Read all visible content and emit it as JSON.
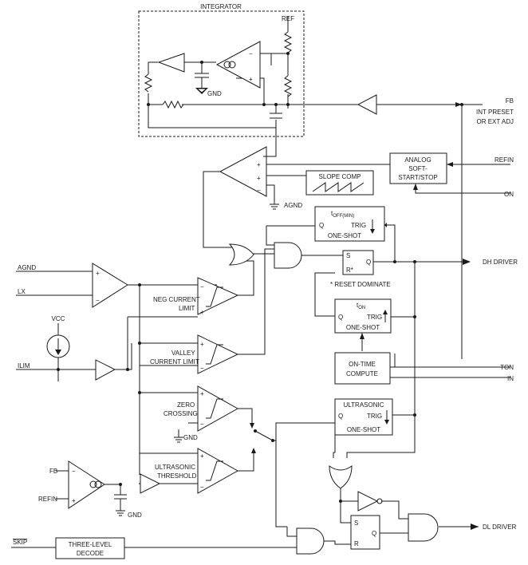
{
  "integrator": {
    "title": "INTEGRATOR",
    "ref": "REF",
    "gnd": "GND"
  },
  "pins": {
    "fb": "FB",
    "int_preset_1": "INT PRESET",
    "int_preset_2": "OR EXT ADJ",
    "refin": "REFIN",
    "on": "ON",
    "agnd": "AGND",
    "lx": "LX",
    "vcc": "VCC",
    "ilim": "ILIM",
    "ton": "TON",
    "in": "IN",
    "fb2": "FB",
    "refin2": "REFIN",
    "skip": "SKIP",
    "dh": "DH DRIVER",
    "dl": "DL DRIVER"
  },
  "blocks": {
    "soft_start_1": "ANALOG",
    "soft_start_2": "SOFT-",
    "soft_start_3": "START/STOP",
    "slope_comp": "SLOPE COMP",
    "agnd_ground": "AGND",
    "toff_t": "t",
    "toff_sub": "OFF(MIN)",
    "toff_q": "Q",
    "toff_trig": "TRIG",
    "toff_name": "ONE-SHOT",
    "sr_s": "S",
    "sr_q": "Q",
    "sr_r": "R*",
    "reset_note": "* RESET DOMINATE",
    "ton_t": "t",
    "ton_sub": "ON",
    "ton_q": "Q",
    "ton_trig": "TRIG",
    "ton_name": "ONE-SHOT",
    "ontime_1": "ON-TIME",
    "ontime_2": "COMPUTE",
    "neg_1": "NEG CURRENT",
    "neg_2": "LIMIT",
    "valley_1": "VALLEY",
    "valley_2": "CURRENT LIMIT",
    "zero_1": "ZERO",
    "zero_2": "CROSSING",
    "zero_gnd": "GND",
    "ultra_1": "ULTRASONIC",
    "ultra_q": "Q",
    "ultra_trig": "TRIG",
    "ultra_name": "ONE-SHOT",
    "uth_1": "ULTRASONIC",
    "uth_2": "THRESHOLD",
    "uth_gnd": "GND",
    "sr2_s": "S",
    "sr2_q": "Q",
    "sr2_r": "R",
    "three_1": "THREE-LEVEL",
    "three_2": "DECODE"
  },
  "signs": {
    "plus": "+",
    "minus": "−"
  }
}
